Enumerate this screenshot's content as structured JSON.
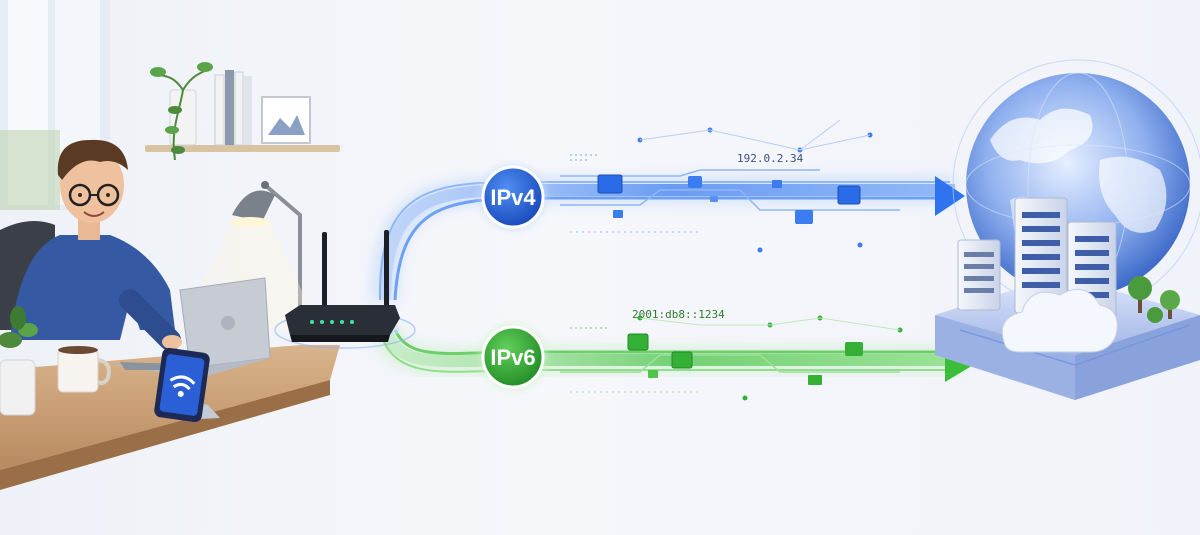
{
  "paths": {
    "ipv4": {
      "label": "IPv4",
      "address": "192.0.2.34",
      "color": "#1f62e0",
      "glow": "#4f8ff5",
      "address_color": "#3a4f86"
    },
    "ipv6": {
      "label": "IPv6",
      "address": "2001:db8::1234",
      "color": "#2f9e2f",
      "glow": "#5fd45a",
      "address_color": "#2e7d2e"
    }
  },
  "icons": [
    "person-icon",
    "laptop-icon",
    "phone-icon",
    "router-icon",
    "globe-icon",
    "server-icon",
    "cloud-icon"
  ]
}
